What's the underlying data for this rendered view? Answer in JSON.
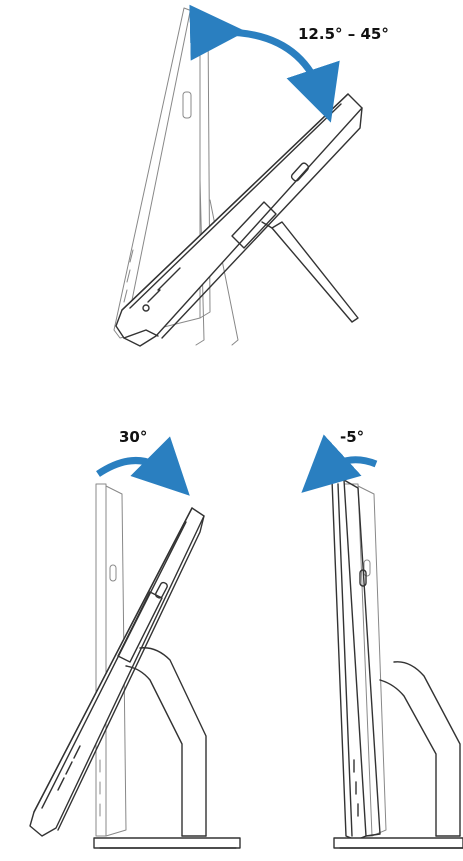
{
  "labels": {
    "top_range": "12.5° – 45°",
    "middle_tilt": "30°",
    "right_tilt": "-5°"
  },
  "colors": {
    "arrow": "#2a7fc0",
    "line": "#333333",
    "ghost_line": "#888888",
    "background": "#ffffff"
  },
  "icons": {
    "tilt_arrow": "curved-double-arrow",
    "tilt_forward": "curved-arrow-right",
    "tilt_back": "curved-arrow-left"
  }
}
